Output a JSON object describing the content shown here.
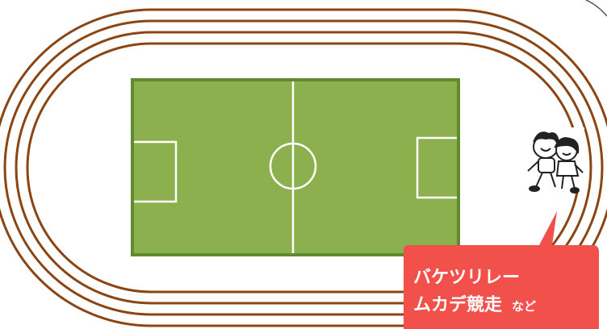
{
  "colors": {
    "track_lane": "#8B4513",
    "field_fill": "#8DB04E",
    "field_border": "#5F8A2E",
    "field_lines": "#ffffff",
    "callout_fill": "#F2504B",
    "callout_text": "#ffffff"
  },
  "track": {
    "lane_count": 4
  },
  "field": {
    "markings": [
      "center-line",
      "center-circle",
      "penalty-box-left",
      "penalty-box-right"
    ]
  },
  "callout": {
    "line1": "バケツリレー",
    "line2": "ムカデ競走",
    "suffix": "など"
  },
  "illustration": {
    "icon": "running-children-icon"
  }
}
